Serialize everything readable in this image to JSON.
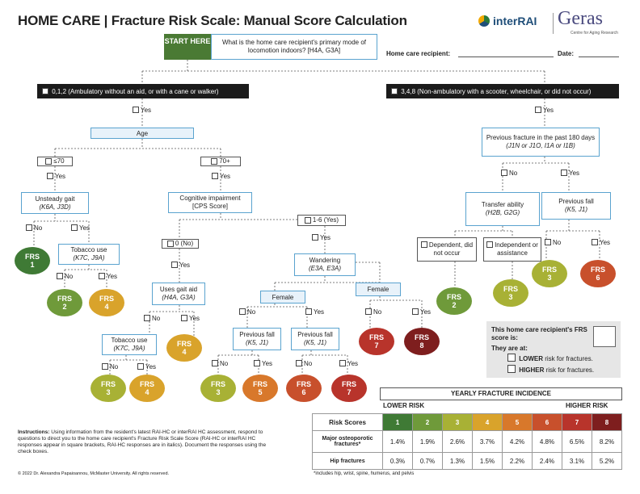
{
  "title": "HOME CARE | Fracture Risk Scale: Manual Score Calculation",
  "logos": {
    "interrai": "interRAI",
    "geras": "Geras",
    "geras_sub": "Centre for Aging Research"
  },
  "start": "START HERE",
  "question": "What is the home care recipient's primary mode of locomotion indoors? [H4A, G3A]",
  "recipient_label": "Home care recipient:",
  "date_label": "Date:",
  "branch_left": "0,1,2 (Ambulatory without an aid, or with a cane or walker)",
  "branch_right": "3,4,8 (Non-ambulatory with a scooter, wheelchair, or did not occur)",
  "yes": "Yes",
  "no": "No",
  "age": "Age",
  "age_le70": "≤70",
  "age_70plus": "70+",
  "unsteady_gait": "Unsteady gait",
  "unsteady_gait_code": "(K6A, J3D)",
  "tobacco_use": "Tobacco use",
  "tobacco_code": "(K7C, J9A)",
  "cognitive": "Cognitive impairment",
  "cognitive_code": "[CPS Score]",
  "cps_0": "0 (No)",
  "cps_16": "1-6 (Yes)",
  "uses_gait_aid": "Uses gait aid",
  "gait_aid_code": "(H4A, G3A)",
  "wandering": "Wandering",
  "wandering_code": "(E3A, E3A)",
  "female": "Female",
  "previous_fall": "Previous fall",
  "previous_fall_code": "(K5, J1)",
  "prev_fracture": "Previous fracture in the past 180 days",
  "prev_fracture_code": "(J1N or J1O, I1A or I1B)",
  "transfer": "Transfer ability",
  "transfer_code": "(H2B, G2G)",
  "dependent": "Dependent, did not occur",
  "independent": "Independent or assistance",
  "frs": "FRS",
  "score_box": {
    "line1": "This home care recipient's FRS score is:",
    "line2": "They are at:",
    "lower": "LOWER risk for fractures.",
    "higher": "HIGHER risk for fractures."
  },
  "table": {
    "title": "YEARLY FRACTURE INCIDENCE",
    "lower_risk": "LOWER RISK",
    "higher_risk": "HIGHER RISK",
    "row_scores_label": "Risk Scores",
    "scores": [
      "1",
      "2",
      "3",
      "4",
      "5",
      "6",
      "7",
      "8"
    ],
    "row_major_label": "Major osteoporotic fractures*",
    "major": [
      "1.4%",
      "1.9%",
      "2.6%",
      "3.7%",
      "4.2%",
      "4.8%",
      "6.5%",
      "8.2%"
    ],
    "row_hip_label": "Hip fractures",
    "hip": [
      "0.3%",
      "0.7%",
      "1.3%",
      "1.5%",
      "2.2%",
      "2.4%",
      "3.1%",
      "5.2%"
    ],
    "footnote": "*includes hip, wrist, spine, humerus, and pelvis"
  },
  "instructions_label": "Instructions:",
  "instructions": "Using information from the resident's latest RAI-HC or interRAI HC assessment, respond to questions to direct you to the home care recipient's Fracture Risk Scale Score (RAI-HC or interRAI HC responses appear in square brackets, RAI-HC responses are in italics). Document the responses using the check boxes.",
  "copyright": "© 2022 Dr. Alexandra Papaioannou, McMaster University. All rights reserved.",
  "colors": {
    "frs1": "#3f7a35",
    "frs2": "#6f9a3a",
    "frs3": "#a8b135",
    "frs4": "#d9a32b",
    "frs5": "#d8782b",
    "frs6": "#c8502c",
    "frs7": "#b8342b",
    "frs8": "#7e1e1e",
    "start": "#4a7a34",
    "box_border": "#5aa3cf"
  }
}
